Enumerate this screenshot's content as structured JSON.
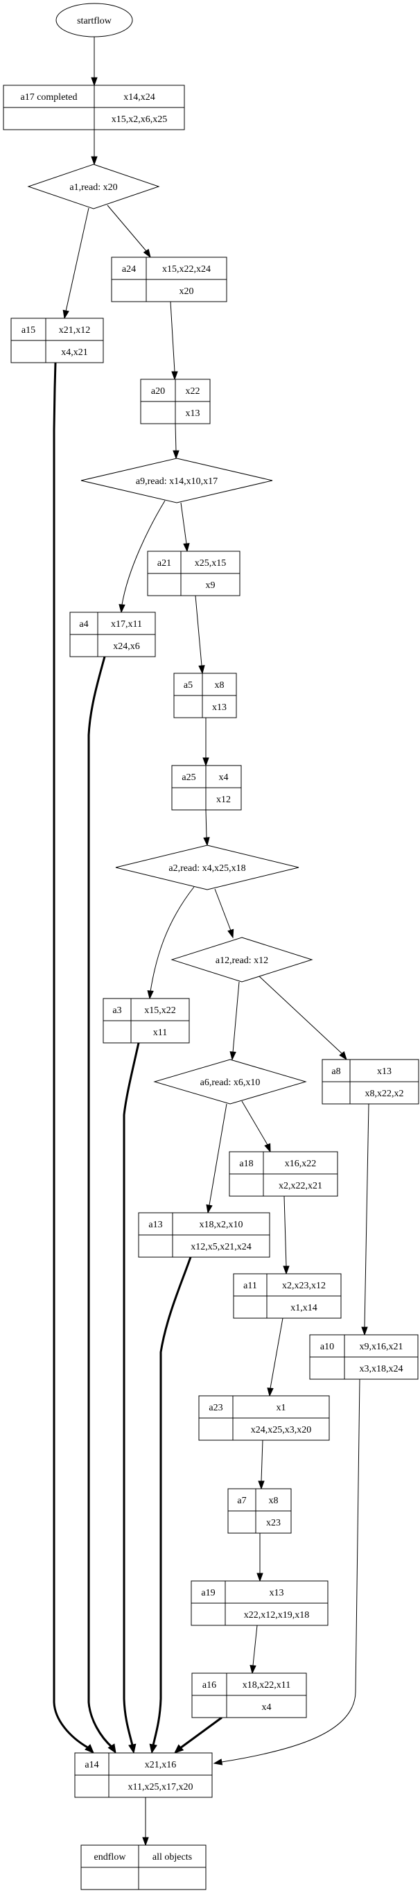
{
  "diagram": {
    "type": "flowchart",
    "start": {
      "id": "startflow",
      "label": "startflow"
    },
    "nodes": [
      {
        "id": "a17",
        "kind": "record",
        "name": "a17 completed",
        "top": "x14,x24",
        "bottom": "x15,x2,x6,x25"
      },
      {
        "id": "a1",
        "kind": "decision",
        "label": "a1,read: x20"
      },
      {
        "id": "a15",
        "kind": "record",
        "name": "a15",
        "top": "x21,x12",
        "bottom": "x4,x21"
      },
      {
        "id": "a24",
        "kind": "record",
        "name": "a24",
        "top": "x15,x22,x24",
        "bottom": "x20"
      },
      {
        "id": "a20",
        "kind": "record",
        "name": "a20",
        "top": "x22",
        "bottom": "x13"
      },
      {
        "id": "a9",
        "kind": "decision",
        "label": "a9,read: x14,x10,x17"
      },
      {
        "id": "a21",
        "kind": "record",
        "name": "a21",
        "top": "x25,x15",
        "bottom": "x9"
      },
      {
        "id": "a4",
        "kind": "record",
        "name": "a4",
        "top": "x17,x11",
        "bottom": "x24,x6"
      },
      {
        "id": "a5",
        "kind": "record",
        "name": "a5",
        "top": "x8",
        "bottom": "x13"
      },
      {
        "id": "a25",
        "kind": "record",
        "name": "a25",
        "top": "x4",
        "bottom": "x12"
      },
      {
        "id": "a2",
        "kind": "decision",
        "label": "a2,read: x4,x25,x18"
      },
      {
        "id": "a12",
        "kind": "decision",
        "label": "a12,read: x12"
      },
      {
        "id": "a3",
        "kind": "record",
        "name": "a3",
        "top": "x15,x22",
        "bottom": "x11"
      },
      {
        "id": "a8",
        "kind": "record",
        "name": "a8",
        "top": "x13",
        "bottom": "x8,x22,x2"
      },
      {
        "id": "a6",
        "kind": "decision",
        "label": "a6,read: x6,x10"
      },
      {
        "id": "a18",
        "kind": "record",
        "name": "a18",
        "top": "x16,x22",
        "bottom": "x2,x22,x21"
      },
      {
        "id": "a13",
        "kind": "record",
        "name": "a13",
        "top": "x18,x2,x10",
        "bottom": "x12,x5,x21,x24"
      },
      {
        "id": "a11",
        "kind": "record",
        "name": "a11",
        "top": "x2,x23,x12",
        "bottom": "x1,x14"
      },
      {
        "id": "a10",
        "kind": "record",
        "name": "a10",
        "top": "x9,x16,x21",
        "bottom": "x3,x18,x24"
      },
      {
        "id": "a23",
        "kind": "record",
        "name": "a23",
        "top": "x1",
        "bottom": "x24,x25,x3,x20"
      },
      {
        "id": "a7",
        "kind": "record",
        "name": "a7",
        "top": "x8",
        "bottom": "x23"
      },
      {
        "id": "a19",
        "kind": "record",
        "name": "a19",
        "top": "x13",
        "bottom": "x22,x12,x19,x18"
      },
      {
        "id": "a16",
        "kind": "record",
        "name": "a16",
        "top": "x18,x22,x11",
        "bottom": "x4"
      },
      {
        "id": "a14",
        "kind": "record",
        "name": "a14",
        "top": "x21,x16",
        "bottom": "x11,x25,x17,x20"
      },
      {
        "id": "endflow",
        "kind": "record",
        "name": "endflow",
        "top": "all objects",
        "bottom": ""
      }
    ],
    "edges": [
      {
        "from": "startflow",
        "to": "a17",
        "bold": false
      },
      {
        "from": "a17",
        "to": "a1",
        "bold": false
      },
      {
        "from": "a1",
        "to": "a15",
        "bold": false
      },
      {
        "from": "a1",
        "to": "a24",
        "bold": false
      },
      {
        "from": "a24",
        "to": "a20",
        "bold": false
      },
      {
        "from": "a20",
        "to": "a9",
        "bold": false
      },
      {
        "from": "a9",
        "to": "a4",
        "bold": false
      },
      {
        "from": "a9",
        "to": "a21",
        "bold": false
      },
      {
        "from": "a21",
        "to": "a5",
        "bold": false
      },
      {
        "from": "a5",
        "to": "a25",
        "bold": false
      },
      {
        "from": "a25",
        "to": "a2",
        "bold": false
      },
      {
        "from": "a2",
        "to": "a3",
        "bold": false
      },
      {
        "from": "a2",
        "to": "a12",
        "bold": false
      },
      {
        "from": "a12",
        "to": "a6",
        "bold": false
      },
      {
        "from": "a12",
        "to": "a8",
        "bold": false
      },
      {
        "from": "a6",
        "to": "a13",
        "bold": false
      },
      {
        "from": "a6",
        "to": "a18",
        "bold": false
      },
      {
        "from": "a18",
        "to": "a11",
        "bold": false
      },
      {
        "from": "a8",
        "to": "a10",
        "bold": false
      },
      {
        "from": "a11",
        "to": "a23",
        "bold": false
      },
      {
        "from": "a23",
        "to": "a7",
        "bold": false
      },
      {
        "from": "a7",
        "to": "a19",
        "bold": false
      },
      {
        "from": "a19",
        "to": "a16",
        "bold": false
      },
      {
        "from": "a15",
        "to": "a14",
        "bold": true
      },
      {
        "from": "a4",
        "to": "a14",
        "bold": true
      },
      {
        "from": "a3",
        "to": "a14",
        "bold": true
      },
      {
        "from": "a13",
        "to": "a14",
        "bold": true
      },
      {
        "from": "a16",
        "to": "a14",
        "bold": true
      },
      {
        "from": "a10",
        "to": "a14",
        "bold": false
      },
      {
        "from": "a14",
        "to": "endflow",
        "bold": false
      }
    ]
  }
}
